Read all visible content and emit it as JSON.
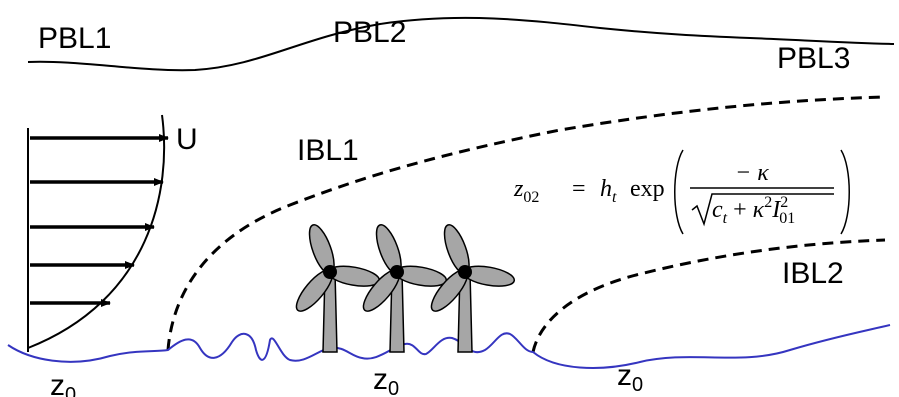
{
  "labels": {
    "pbl1": "PBL1",
    "pbl2": "PBL2",
    "pbl3": "PBL3",
    "ibl1": "IBL1",
    "ibl2": "IBL2",
    "wind_speed": "U",
    "roughness": "z",
    "roughness_subscript": "0"
  },
  "formula": {
    "lhs": "z",
    "lhs_sub": "02",
    "equals": "=",
    "h": "h",
    "h_sub": "t",
    "exp": "exp",
    "numerator": "− κ",
    "c": "c",
    "c_sub": "t",
    "plus": "+",
    "kappa": "κ",
    "kappa_sup": "2",
    "I": "I",
    "I_sub": "01",
    "I_sup": "2"
  },
  "colors": {
    "surface": "#3535c0",
    "turbine_fill": "#a6a6a6",
    "ink": "#000000"
  },
  "turbine_count": 3,
  "profile_arrow_count": 5
}
